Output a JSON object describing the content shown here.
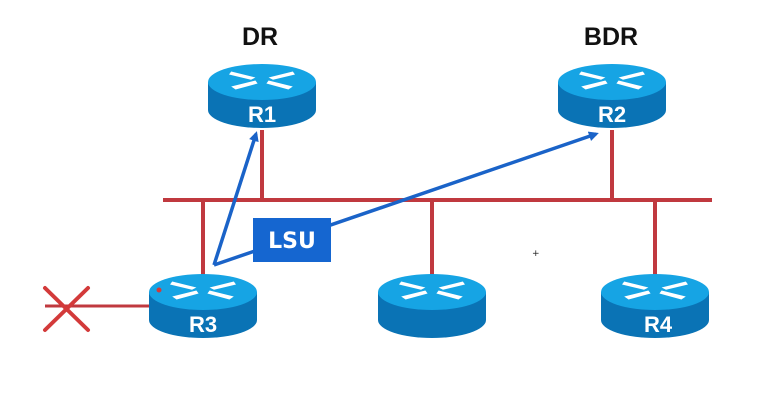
{
  "diagram": {
    "title_clipped": "",
    "colors": {
      "link": "#c0393f",
      "flood_arrow": "#1a63c8",
      "lsu_box": "#1566d0",
      "router_top": "#16a4e4",
      "router_side": "#0a73b5",
      "failure_x": "#d33a3a"
    },
    "routers": [
      {
        "id": "R1",
        "name": "R1",
        "role": "DR"
      },
      {
        "id": "R2",
        "name": "R2",
        "role": "BDR"
      },
      {
        "id": "R3",
        "name": "R3",
        "role": ""
      },
      {
        "id": "RX",
        "name": "",
        "role": ""
      },
      {
        "id": "R4",
        "name": "R4",
        "role": ""
      }
    ],
    "message": {
      "label": "LSU",
      "from": "R3",
      "to": [
        "R1",
        "R2"
      ]
    },
    "failed_link": {
      "router": "R3",
      "symbol": "X",
      "meaning": "link down"
    }
  }
}
